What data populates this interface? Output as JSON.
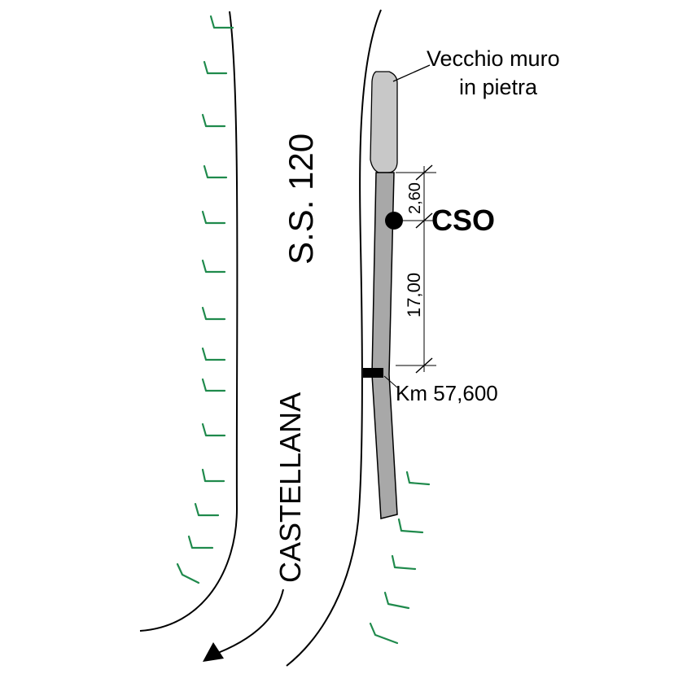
{
  "road": {
    "name": "S.S. 120",
    "direction_label": "CASTELLANA"
  },
  "wall": {
    "label_line1": "Vecchio muro",
    "label_line2": "in pietra"
  },
  "station": {
    "label": "CSO"
  },
  "dimensions": {
    "upper": "2,60",
    "lower": "17,00"
  },
  "milestone": {
    "label": "Km 57,600"
  },
  "colors": {
    "grass": "#1f8a4c",
    "old_wall": "#c8c8c8",
    "barrier": "#a8a8a8",
    "line": "#000000"
  }
}
